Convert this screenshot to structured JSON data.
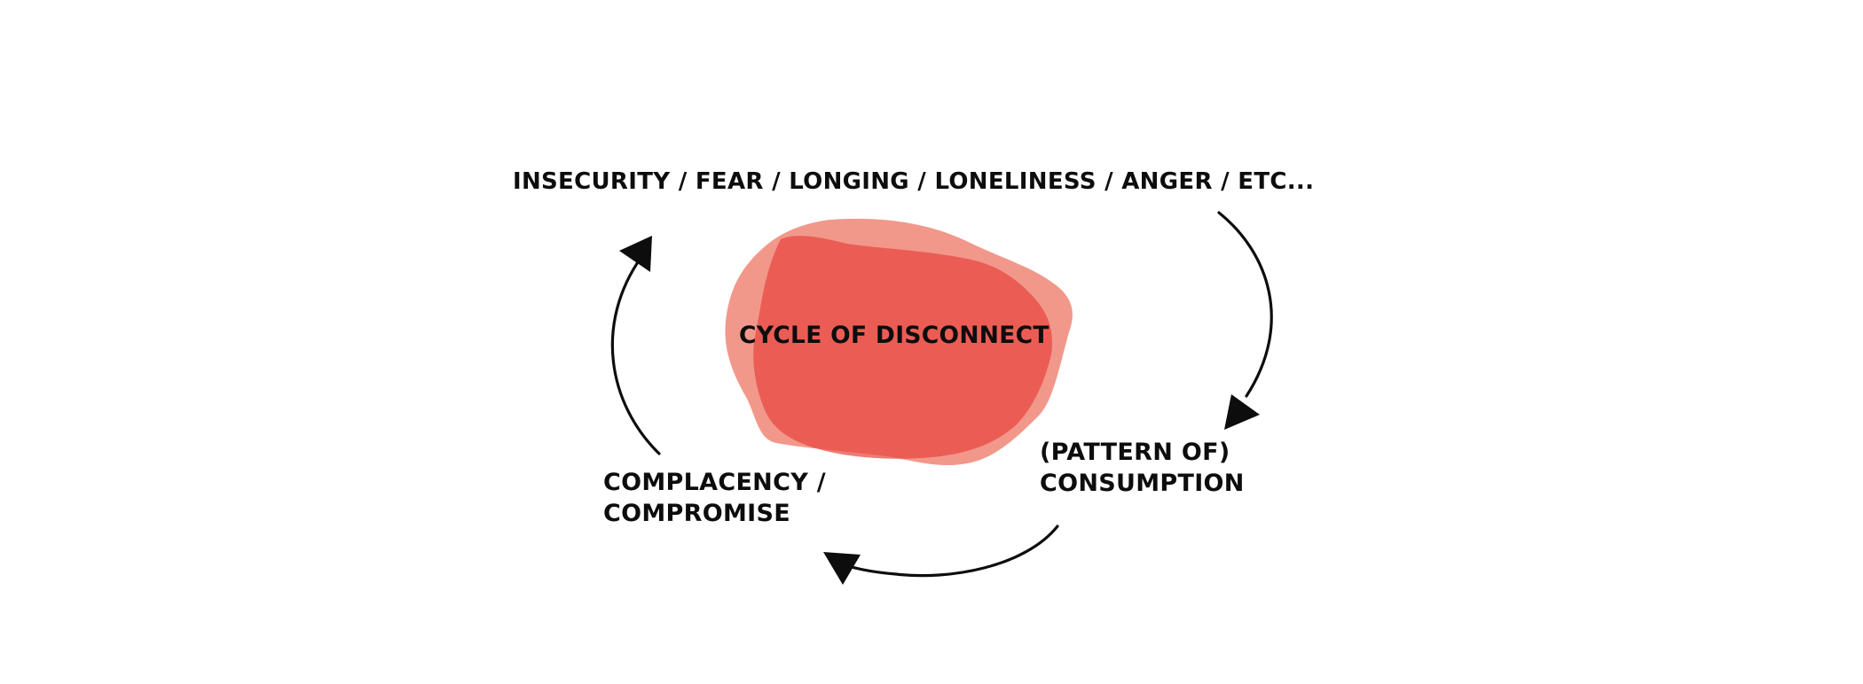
{
  "diagram": {
    "title": "CYCLE OF DISCONNECT",
    "top_label": "INSECURITY / FEAR / LONGING / LONELINESS / ANGER / ETC...",
    "right_label_line1": "(PATTERN OF)",
    "right_label_line2": "CONSUMPTION",
    "left_label_line1": "COMPLACENCY /",
    "left_label_line2": "COMPROMISE"
  },
  "colors": {
    "blob_outer": "#ee8677",
    "blob_inner": "#e9463e",
    "stroke": "#0d0d0d"
  }
}
